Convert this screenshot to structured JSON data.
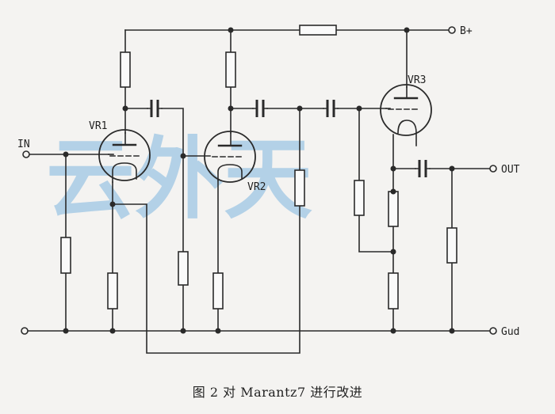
{
  "labels": {
    "input": "IN",
    "b_plus": "B+",
    "output": "OUT",
    "ground": "Gud",
    "tube1": "VR1",
    "tube2": "VR2",
    "tube3": "VR3"
  },
  "watermark": "云外天",
  "caption": "图 2  对 Marantz7 进行改进",
  "colors": {
    "watermark": "#7fb6df",
    "ink": "#2a2a2a"
  }
}
